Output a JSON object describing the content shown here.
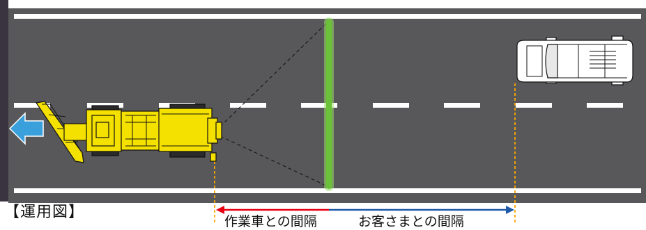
{
  "caption": "【運用図】",
  "gap_work_vehicle": "作業車との間隔",
  "gap_customer_vehicle": "お客さまとの間隔",
  "colors": {
    "road": "#58585a",
    "lane_line": "#ffffff",
    "snowplow_body": "#f5e100",
    "front_arrow": "#3aa0dc",
    "green_line": "#76c043",
    "guide_line": "#f7a600",
    "arrow_work": "#e60012",
    "arrow_customer": "#1f5aa8",
    "car": "#ffffff"
  },
  "icons": {
    "snowplow": "snowplow-truck-icon",
    "car": "passenger-car-icon",
    "direction": "direction-arrow-left-icon"
  }
}
